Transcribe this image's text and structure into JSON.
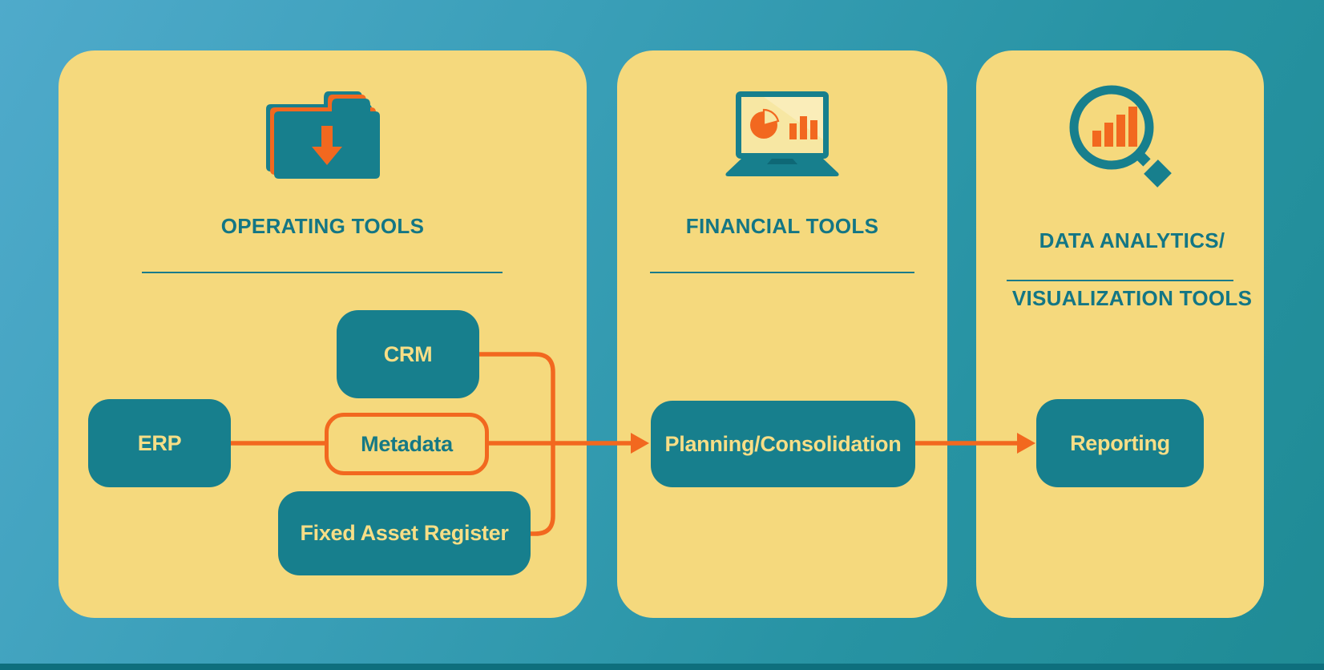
{
  "colors": {
    "background_gradient_start": "#4FAACB",
    "background_gradient_end": "#1F8B95",
    "bottom_bar": "#0E6F7D",
    "panel_fill": "#F5D97D",
    "panel_title": "#137685",
    "node_fill": "#177F8D",
    "node_label": "#F7DE86",
    "connector_orange": "#F2681F",
    "metadata_label": "#157985"
  },
  "panels": [
    {
      "title": "OPERATING TOOLS",
      "icon": "folder-download-icon"
    },
    {
      "title": "FINANCIAL TOOLS",
      "icon": "laptop-charts-icon"
    },
    {
      "title_lines": [
        "DATA ANALYTICS/",
        "VISUALIZATION TOOLS"
      ],
      "icon": "magnifier-chart-icon"
    }
  ],
  "nodes": {
    "crm": "CRM",
    "erp": "ERP",
    "metadata": "Metadata",
    "fixed_asset_register": "Fixed Asset Register",
    "planning_consolidation": "Planning/Consolidation",
    "reporting": "Reporting"
  },
  "edges": [
    {
      "from": "ERP",
      "to": "Metadata",
      "arrow": false
    },
    {
      "from": "CRM",
      "to": "Planning/Consolidation",
      "arrow": true
    },
    {
      "from": "Metadata",
      "to": "Planning/Consolidation",
      "arrow": true
    },
    {
      "from": "Fixed Asset Register",
      "to": "Planning/Consolidation",
      "arrow": true
    },
    {
      "from": "Planning/Consolidation",
      "to": "Reporting",
      "arrow": true
    }
  ]
}
